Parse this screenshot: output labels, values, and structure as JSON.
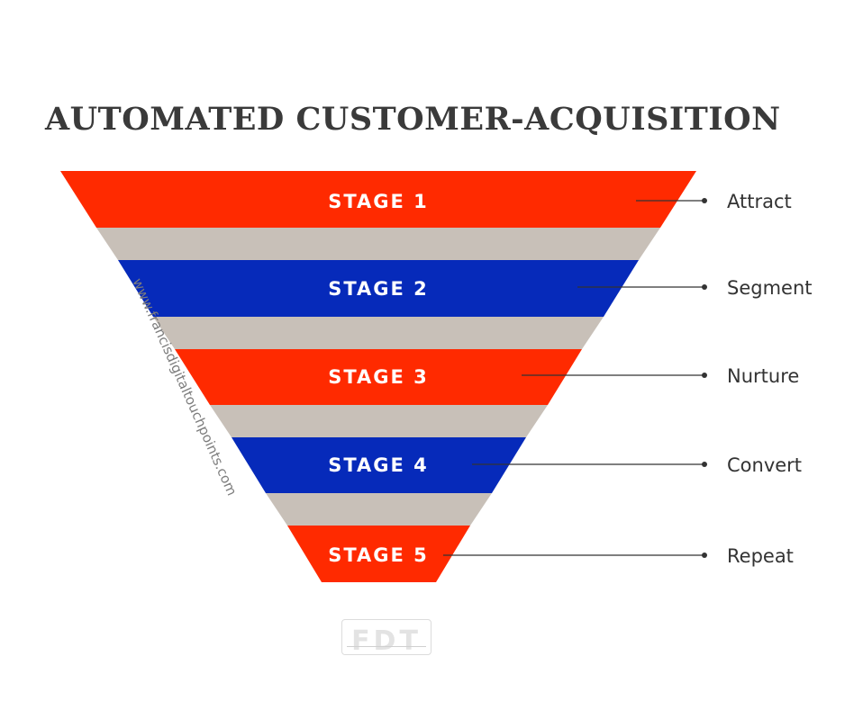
{
  "title": "AUTOMATED CUSTOMER-ACQUISITION",
  "watermark": "www.francisdigitaltouchpoints.com",
  "logo": "FDT",
  "colors": {
    "red": "#ff2a00",
    "blue": "#062aba",
    "connector": "#c8c0b8",
    "text": "#333333"
  },
  "stages": [
    {
      "label": "STAGE 1",
      "side_label": "Attract",
      "color": "red"
    },
    {
      "label": "STAGE 2",
      "side_label": "Segment",
      "color": "blue"
    },
    {
      "label": "STAGE 3",
      "side_label": "Nurture",
      "color": "red"
    },
    {
      "label": "STAGE 4",
      "side_label": "Convert",
      "color": "blue"
    },
    {
      "label": "STAGE 5",
      "side_label": "Repeat",
      "color": "red"
    }
  ]
}
